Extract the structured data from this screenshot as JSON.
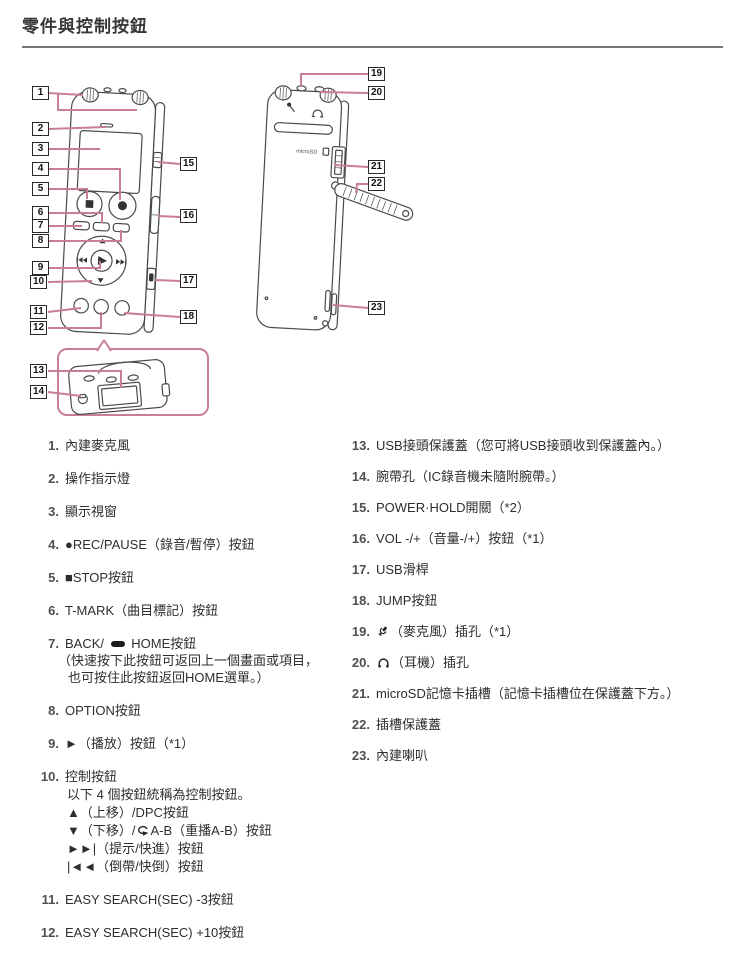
{
  "page": {
    "title": "零件與控制按鈕"
  },
  "diagram": {
    "microsd_label": "microSD",
    "callouts": [
      "1",
      "2",
      "3",
      "4",
      "5",
      "6",
      "7",
      "8",
      "9",
      "10",
      "11",
      "12",
      "13",
      "14",
      "15",
      "16",
      "17",
      "18",
      "19",
      "20",
      "21",
      "22",
      "23"
    ]
  },
  "colors": {
    "accent_pink": "#c87d9b",
    "line_gray": "#4a4a4a"
  },
  "parts_list": {
    "left": [
      {
        "num": "1.",
        "text": "內建麥克風"
      },
      {
        "num": "2.",
        "text": "操作指示燈"
      },
      {
        "num": "3.",
        "text": "顯示視窗"
      },
      {
        "num": "4.",
        "text": "●REC/PAUSE（錄音/暫停）按鈕"
      },
      {
        "num": "5.",
        "text": "■STOP按鈕"
      },
      {
        "num": "6.",
        "text": "T-MARK（曲目標記）按鈕"
      },
      {
        "num": "7.",
        "text": "BACK/ {pill} HOME按鈕",
        "note": [
          "（快速按下此按鈕可返回上一個畫面或項目，",
          "也可按住此按鈕返回HOME選單。）"
        ]
      },
      {
        "num": "8.",
        "text": "OPTION按鈕"
      },
      {
        "num": "9.",
        "text": "►（播放）按鈕（*1）"
      },
      {
        "num": "10.",
        "text": "控制按鈕",
        "sub": [
          "以下 4 個按鈕統稱為控制按鈕。",
          "▲（上移）/DPC按鈕",
          "▼（下移）/{repeat}A-B（重播A-B）按鈕",
          "►►|（提示/快進）按鈕",
          "|◄◄（倒帶/快倒）按鈕"
        ]
      },
      {
        "num": "11.",
        "text": "EASY SEARCH(SEC) -3按鈕"
      },
      {
        "num": "12.",
        "text": "EASY SEARCH(SEC) +10按鈕"
      }
    ],
    "right": [
      {
        "num": "13.",
        "text": "USB接頭保護蓋（您可將USB接頭收到保護蓋內。）"
      },
      {
        "num": "14.",
        "text": "腕帶孔（IC錄音機未隨附腕帶。）"
      },
      {
        "num": "15.",
        "text": "POWER·HOLD開關（*2）"
      },
      {
        "num": "16.",
        "text": "VOL -/+（音量-/+）按鈕（*1）"
      },
      {
        "num": "17.",
        "text": "USB滑桿"
      },
      {
        "num": "18.",
        "text": "JUMP按鈕"
      },
      {
        "num": "19.",
        "text": "{mic}（麥克風）插孔（*1）"
      },
      {
        "num": "20.",
        "text": "{phones}（耳機）插孔"
      },
      {
        "num": "21.",
        "text": "microSD記憶卡插槽（記憶卡插槽位在保護蓋下方。）"
      },
      {
        "num": "22.",
        "text": "插槽保護蓋"
      },
      {
        "num": "23.",
        "text": "內建喇叭"
      }
    ]
  }
}
